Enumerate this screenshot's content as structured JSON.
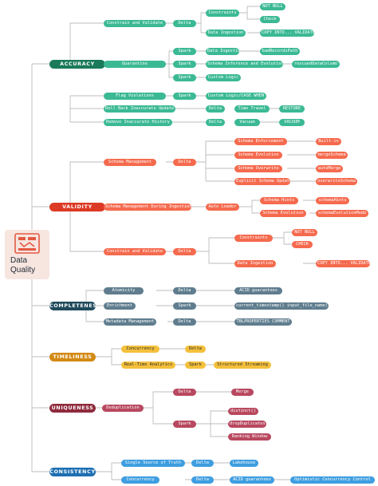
{
  "root": {
    "title_line1": "Data",
    "title_line2": "Quality"
  },
  "colors": {
    "accuracy_dark": "#1a7a5a",
    "accuracy": "#3bb994",
    "validity_dark": "#dc3a24",
    "validity": "#f56a4e",
    "completeness_dark": "#1f4a5c",
    "completeness": "#5f7d8e",
    "timeliness_dark": "#d28a14",
    "timeliness": "#f4c03c",
    "uniqueness_dark": "#8e2a3c",
    "uniqueness": "#b8485f",
    "consistency_dark": "#1d6fb2",
    "consistency": "#3e9ee0",
    "line": "#bdbdbd"
  },
  "categories": {
    "accuracy": "ACCURACY",
    "validity": "VALIDITY",
    "completeness": "COMPLETENESS",
    "timeliness": "TIMELINESS",
    "uniqueness": "UNIQUENESS",
    "consistency": "CONSISTENCY"
  },
  "accuracy": {
    "constrain": "Constrain and Validate",
    "constrain_tool": "Delta",
    "constraints": "Constraints",
    "not_null": "NOT NULL",
    "check": "Check",
    "data_ingestion": "Data Ingestion",
    "copy_into": "COPY INTO... VALIDATE",
    "quarantine": "Quarantine",
    "spark1": "Spark",
    "spark2": "Spark",
    "spark3": "Spark",
    "data_ingestion2": "Data Ingestion",
    "bad_records": "badRecordsPath",
    "schema_inf": "Schema Inference and Evolution",
    "rescued": "rescuedDataColumn",
    "custom_logic": "Custom Logic",
    "flag": "Flag Violations",
    "flag_tool": "Spark",
    "flag_logic": "Custom Logic/CASE WHEN",
    "rollback": "Roll Back Inaccurate Update",
    "rollback_tool": "Delta",
    "time_travel": "Time Travel",
    "restore": "RESTORE",
    "remove": "Remove Inaccurate History",
    "remove_tool": "Delta",
    "vacuum": "Vacuum",
    "vacuum_cmd": "VACUUM"
  },
  "validity": {
    "schema_mgmt": "Schema Management",
    "schema_tool": "Delta",
    "enforcement": "Schema Enforcement",
    "built_in": "Built-in",
    "evolution": "Schema Evolution",
    "merge_schema": "mergeSchema",
    "overwrite": "Schema Overwrite",
    "auto_merge": "autoMerge",
    "explicit": "Explicit Schema Update",
    "overwrite_schema": "overwriteSchema",
    "schema_ingest": "Schema Management During Ingestion",
    "auto_loader": "Auto Loader",
    "hints": "Schema Hints",
    "schema_hints": "schemaHints",
    "evolution2": "Schema Evolution",
    "evolution_mode": "schemaEvolutionMode",
    "constrain": "Constrain and Validate",
    "constrain_tool": "Delta",
    "constraints": "Constraints",
    "not_null": "NOT NULL",
    "check": "CHECK",
    "data_ingestion": "Data Ingestion",
    "copy_into": "COPY INTO... VALIDATE"
  },
  "completeness": {
    "atomicity": "Atomicity",
    "atomicity_tool": "Delta",
    "acid": "ACID guarantees",
    "enrichment": "Enrichment",
    "enrichment_tool": "Spark",
    "timestamp": "current_timestamp() input_file_name()",
    "metadata": "Metadata Management",
    "metadata_tool": "Delta",
    "tblprops": "TBLPROPERTIES COMMENT"
  },
  "timeliness": {
    "concurrency": "Concurrency",
    "concurrency_tool": "Delta",
    "realtime": "Real-Time Analytics",
    "realtime_tool": "Spark",
    "streaming": "Structured Streaming"
  },
  "uniqueness": {
    "dedup": "Deduplication",
    "delta": "Delta",
    "merge": "Merge",
    "spark": "Spark",
    "distinct": "distinct()",
    "drop_dup": "dropDuplicates",
    "ranking": "Ranking Window"
  },
  "consistency": {
    "sot": "Single Source of Truth",
    "sot_tool": "Delta",
    "lakehouse": "Lakehouse",
    "concurrency": "Concurrency",
    "concurrency_tool": "Delta",
    "acid": "ACID guarantees",
    "occ": "Optimistic Concurrency Control"
  }
}
